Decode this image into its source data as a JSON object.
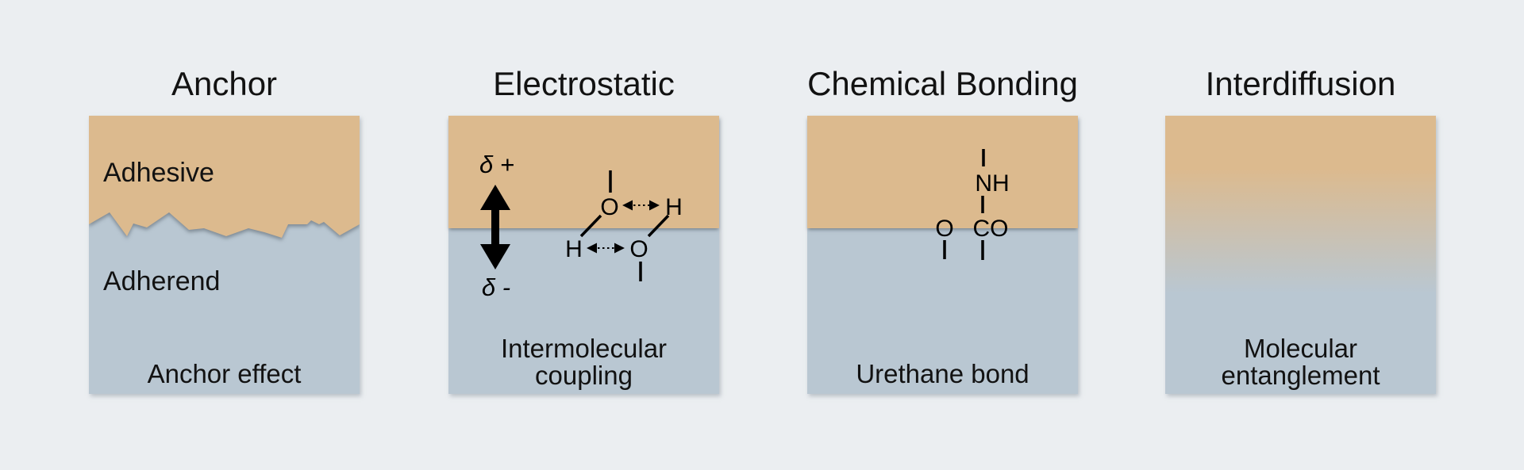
{
  "colors": {
    "background": "#ebeef1",
    "adhesive": "#dcba8e",
    "adherend": "#b9c7d2",
    "text": "#121212",
    "graphic": "#000000"
  },
  "panels": [
    {
      "title": "Anchor",
      "adhesive_label": "Adhesive",
      "adherend_label": "Adherend",
      "caption": "Anchor effect"
    },
    {
      "title": "Electrostatic",
      "delta_plus": "δ +",
      "delta_minus": "δ -",
      "atoms": {
        "upper_o": "O",
        "upper_h": "H",
        "lower_h": "H",
        "lower_o": "O"
      },
      "caption_line1": "Intermolecular",
      "caption_line2": "coupling"
    },
    {
      "title": "Chemical Bonding",
      "atoms": {
        "nh": "NH",
        "o": "O",
        "co": "CO"
      },
      "caption": "Urethane bond"
    },
    {
      "title": "Interdiffusion",
      "caption_line1": "Molecular",
      "caption_line2": "entanglement"
    }
  ]
}
